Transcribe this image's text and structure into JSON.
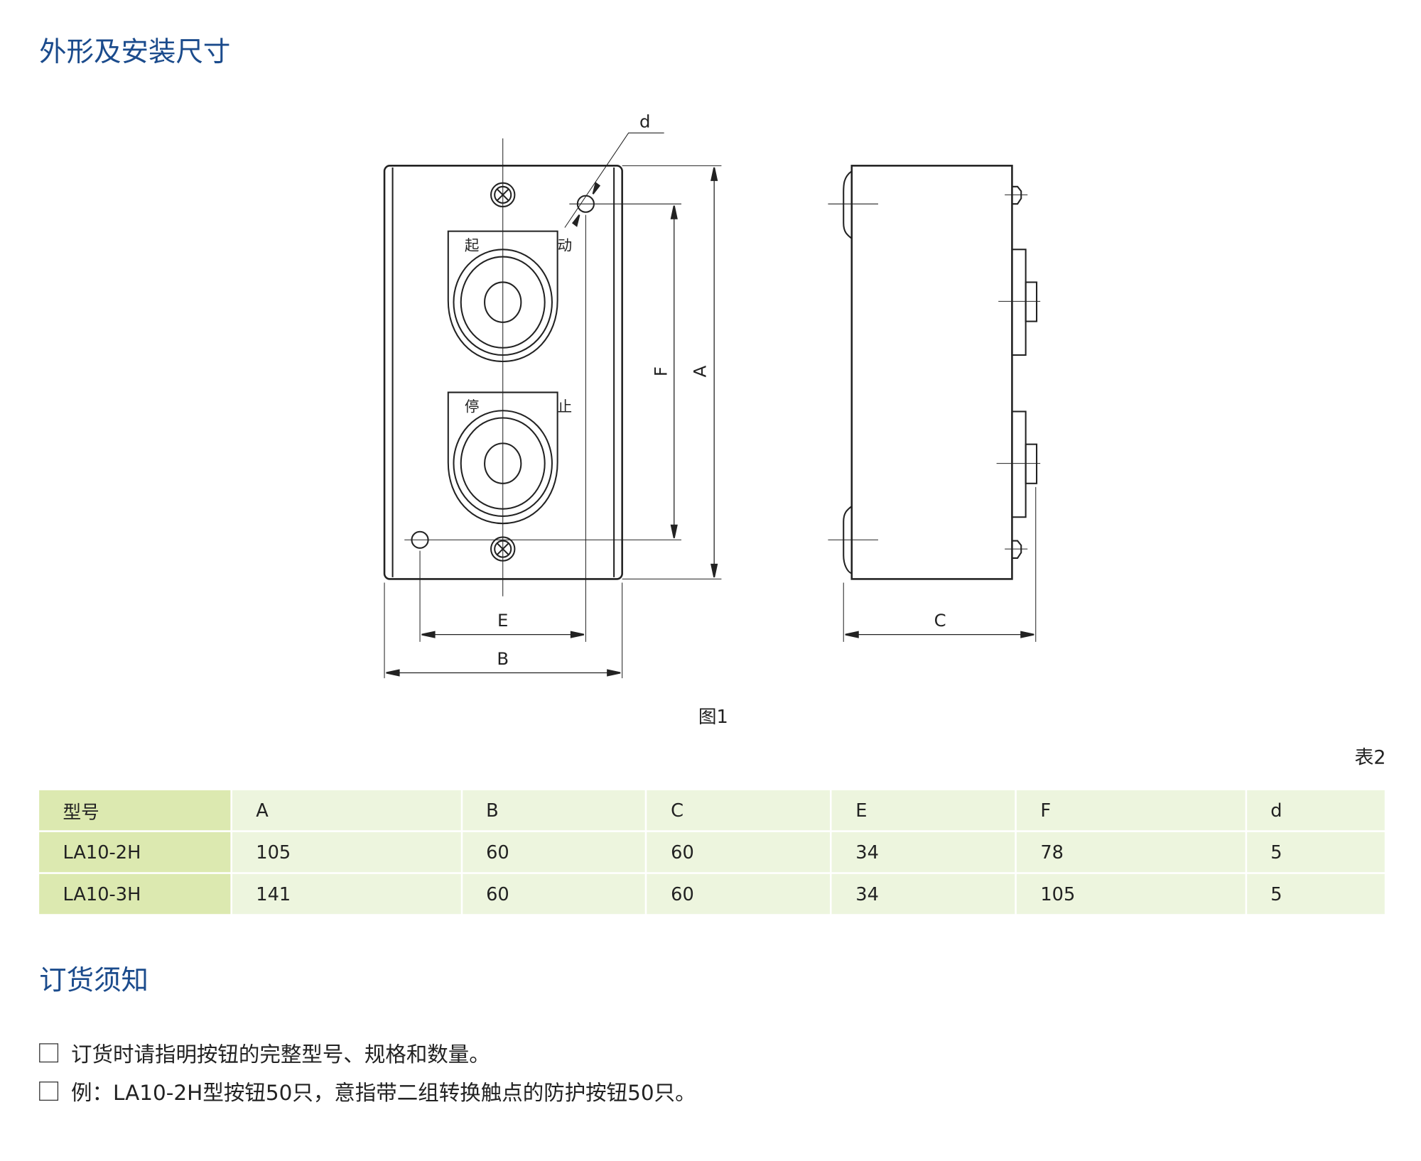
{
  "section1_title": "外形及安装尺寸",
  "figure": {
    "caption": "图1",
    "labels": {
      "d": "d",
      "A": "A",
      "F": "F",
      "E": "E",
      "B": "B",
      "C": "C",
      "start1": "起",
      "start2": "动",
      "stop1": "停",
      "stop2": "止"
    }
  },
  "table": {
    "label": "表2",
    "headers": [
      "型号",
      "A",
      "B",
      "C",
      "E",
      "F",
      "d"
    ],
    "rows": [
      [
        "LA10-2H",
        "105",
        "60",
        "60",
        "34",
        "78",
        "5"
      ],
      [
        "LA10-3H",
        "141",
        "60",
        "60",
        "34",
        "105",
        "5"
      ]
    ]
  },
  "section2_title": "订货须知",
  "notes": [
    "订货时请指明按钮的完整型号、规格和数量。",
    "例：LA10-2H型按钮50只，意指带二组转换触点的防护按钮50只。"
  ]
}
